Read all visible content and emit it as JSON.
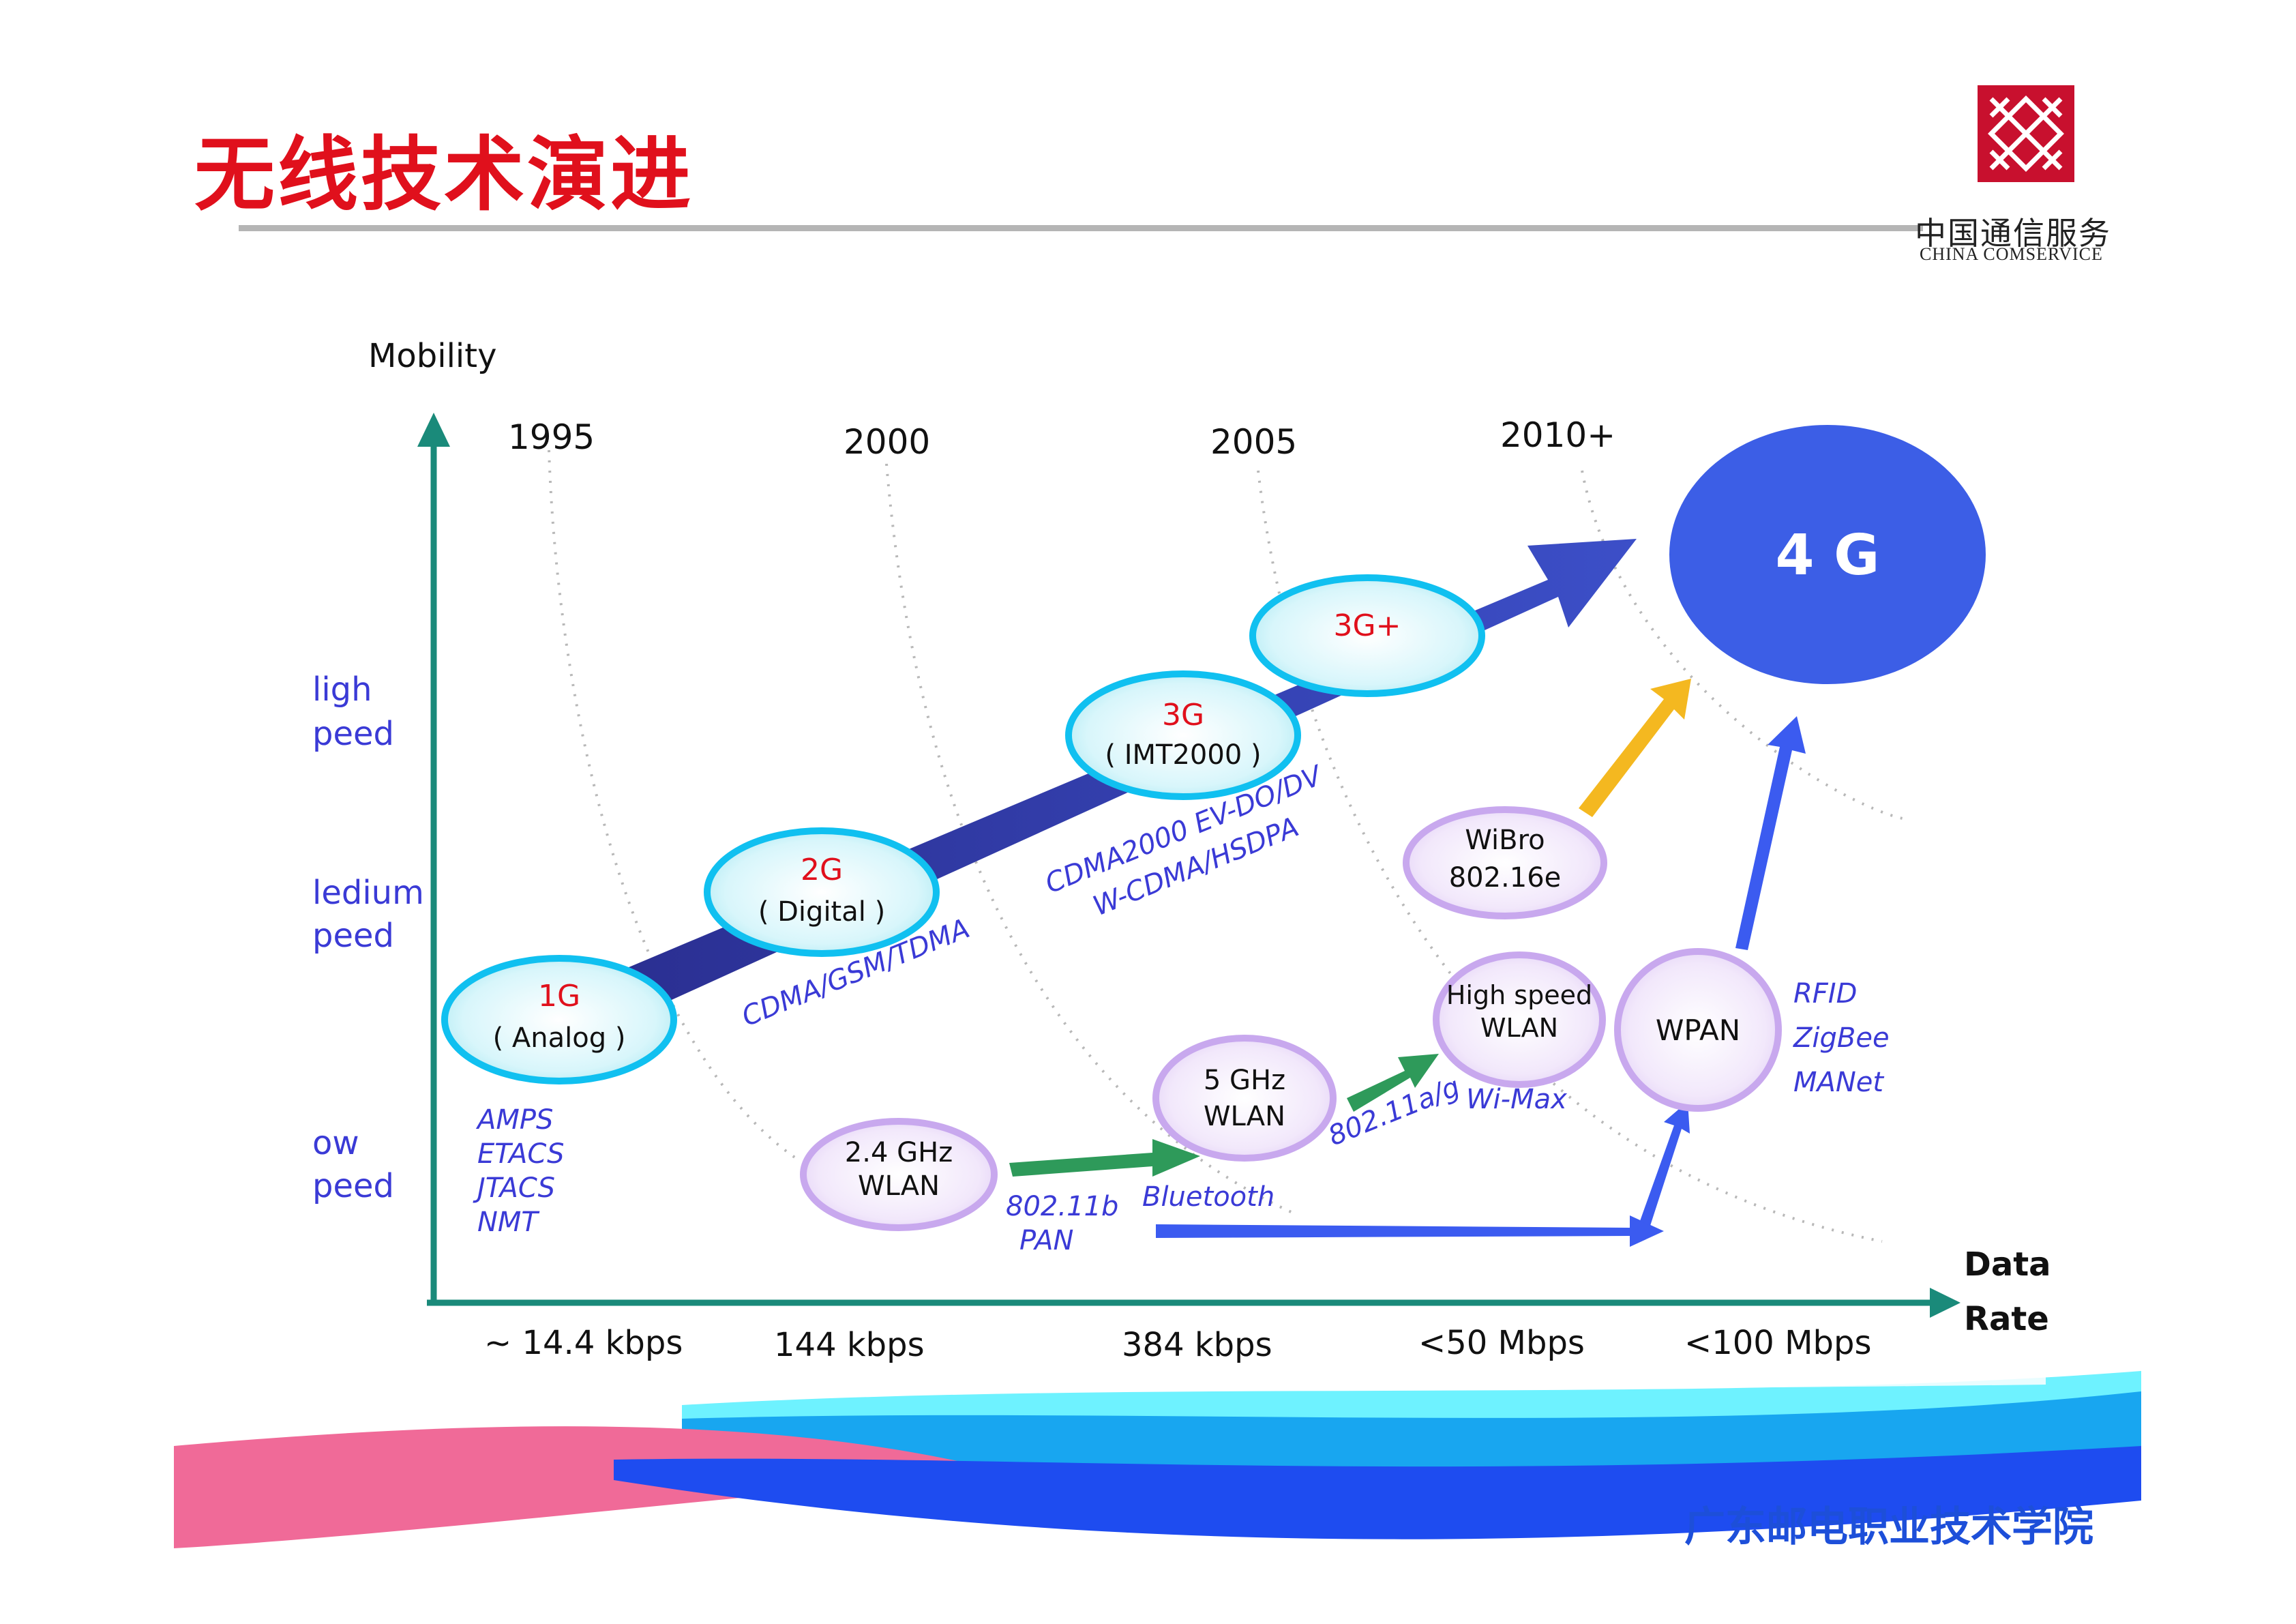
{
  "title": "无线技术演进",
  "logo": {
    "cn": "中国通信服务",
    "en": "CHINA COMSERVICE",
    "icon": "comservice-logo-icon"
  },
  "footer": "广东邮电职业技术学院",
  "axes": {
    "y_label": "Mobility",
    "x_label_line1": "Data",
    "x_label_line2": "Rate"
  },
  "years": [
    "1995",
    "2000",
    "2005",
    "2010+"
  ],
  "mobility_levels": [
    {
      "line1": "ligh",
      "line2": "peed"
    },
    {
      "line1": "ledium",
      "line2": "peed"
    },
    {
      "line1": "ow",
      "line2": "peed"
    }
  ],
  "rates": [
    "~ 14.4 kbps",
    "144 kbps",
    "384 kbps",
    "<50 Mbps",
    "<100 Mbps"
  ],
  "generations": [
    {
      "name": "1G",
      "sub": "( Analog )"
    },
    {
      "name": "2G",
      "sub": "( Digital )"
    },
    {
      "name": "3G",
      "sub": "( IMT2000 )"
    },
    {
      "name": "3G+",
      "sub": ""
    }
  ],
  "fourg": "4 G",
  "standards_1g": [
    "AMPS",
    "ETACS",
    "JTACS",
    "NMT"
  ],
  "standards_2g": "CDMA/GSM/TDMA",
  "standards_3g": [
    "CDMA2000  EV-DO/DV",
    "W-CDMA/HSDPA"
  ],
  "wibro": [
    "WiBro",
    "802.16e"
  ],
  "wlan24": [
    "2.4 GHz",
    "WLAN"
  ],
  "wlan5": [
    "5 GHz",
    "WLAN"
  ],
  "hswlan": [
    "High speed",
    "WLAN"
  ],
  "wpan": "WPAN",
  "labels": {
    "b80211b": "802.11b",
    "pan": "PAN",
    "bluetooth": "Bluetooth",
    "a80211ag": "802.11a/g",
    "wimax": "Wi-Max"
  },
  "wpan_tech": [
    "RFID",
    "ZigBee",
    "MANet"
  ],
  "colors": {
    "title": "#e0101c",
    "gen_text": "#e0101c",
    "standards": "#3a3ad6",
    "axis": "#1a8a7a",
    "fourg_fill": "#3c5ee6"
  }
}
